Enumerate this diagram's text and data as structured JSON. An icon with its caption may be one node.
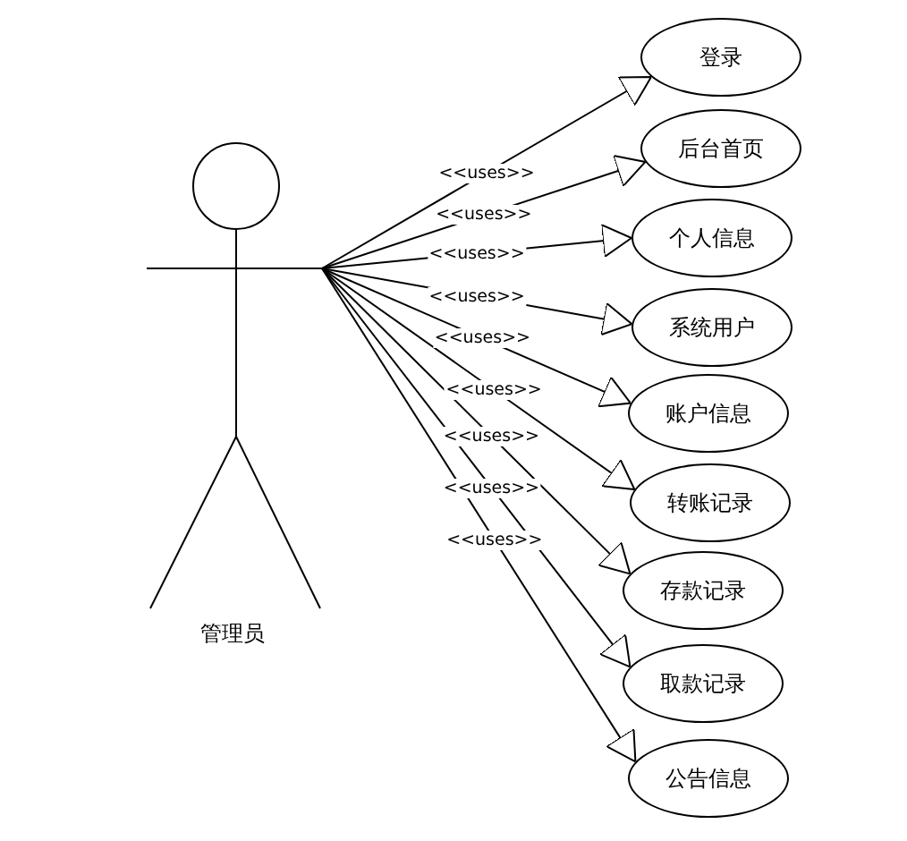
{
  "diagram": {
    "nodes": [
      {
        "text": [
          "管理员"
        ]
      },
      {
        "text": [
          "登录"
        ]
      },
      {
        "text": [
          "后台首页"
        ]
      },
      {
        "text": [
          "个人信息"
        ]
      },
      {
        "text": [
          "系统用户"
        ]
      },
      {
        "text": [
          "账户信息"
        ]
      },
      {
        "text": [
          "转账记录"
        ]
      },
      {
        "text": [
          "存款记录"
        ]
      },
      {
        "text": [
          "取款记录"
        ]
      },
      {
        "text": [
          "公告信息"
        ]
      }
    ],
    "edges": [
      {
        "from": 0,
        "to": 1,
        "arrow": "to",
        "label": "<<uses>>"
      },
      {
        "from": 0,
        "to": 2,
        "arrow": "to",
        "label": "<<uses>>"
      },
      {
        "from": 0,
        "to": 3,
        "arrow": "to",
        "label": "<<uses>>"
      },
      {
        "from": 0,
        "to": 4,
        "arrow": "to",
        "label": "<<uses>>"
      },
      {
        "from": 0,
        "to": 5,
        "arrow": "to",
        "label": "<<uses>>"
      },
      {
        "from": 0,
        "to": 6,
        "arrow": "to",
        "label": "<<uses>>"
      },
      {
        "from": 0,
        "to": 7,
        "arrow": "to",
        "label": "<<uses>>"
      },
      {
        "from": 0,
        "to": 8,
        "arrow": "to",
        "label": "<<uses>>"
      },
      {
        "from": 0,
        "to": 9,
        "arrow": "to",
        "label": "<<uses>>"
      }
    ]
  }
}
